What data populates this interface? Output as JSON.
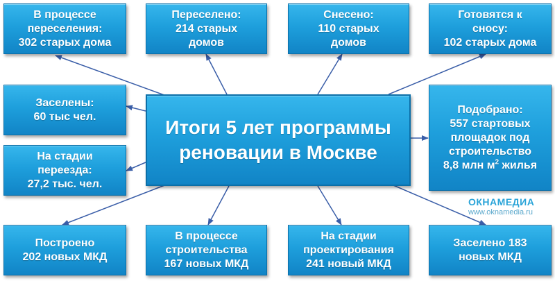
{
  "center": {
    "lines": [
      "Итоги 5 лет программы",
      "реновации в Москве"
    ]
  },
  "boxes": [
    {
      "id": "resettling",
      "lines": [
        "В процессе",
        "переселения:",
        "302 старых дома"
      ]
    },
    {
      "id": "resettled",
      "lines": [
        "Переселено:",
        "214 старых",
        "домов"
      ]
    },
    {
      "id": "demolished",
      "lines": [
        "Снесено:",
        "110 старых",
        "домов"
      ]
    },
    {
      "id": "pre-demolition",
      "lines": [
        "Готовятся к",
        "сносу:",
        "102 старых дома"
      ]
    },
    {
      "id": "settled",
      "lines": [
        "Заселены:",
        "60 тыс чел."
      ]
    },
    {
      "id": "moving",
      "lines": [
        "На стадии",
        "переезда:",
        "27,2 тыс. чел."
      ]
    },
    {
      "id": "sites",
      "lines": [
        "Подобрано:",
        "557 стартовых",
        "площадок под",
        "строительство"
      ],
      "area_line": {
        "before": "8,8 млн м",
        "sup": "2",
        "after": " жилья"
      }
    },
    {
      "id": "built",
      "lines": [
        "Построено",
        "202 новых МКД"
      ]
    },
    {
      "id": "construction",
      "lines": [
        "В процессе",
        "строительства",
        "167 новых МКД"
      ]
    },
    {
      "id": "design",
      "lines": [
        "На стадии",
        "проектирования",
        "241 новый МКД"
      ]
    },
    {
      "id": "populated",
      "lines": [
        "Заселено 183",
        "новых МКД"
      ]
    }
  ],
  "watermark": {
    "brand": "ОКНАМЕДИА",
    "url": "www.oknamedia.ru"
  },
  "colors": {
    "box_fill": "#1e9fdc",
    "box_border": "#0b6fa8",
    "arrow": "#3a5ea8",
    "text": "#ffffff"
  }
}
